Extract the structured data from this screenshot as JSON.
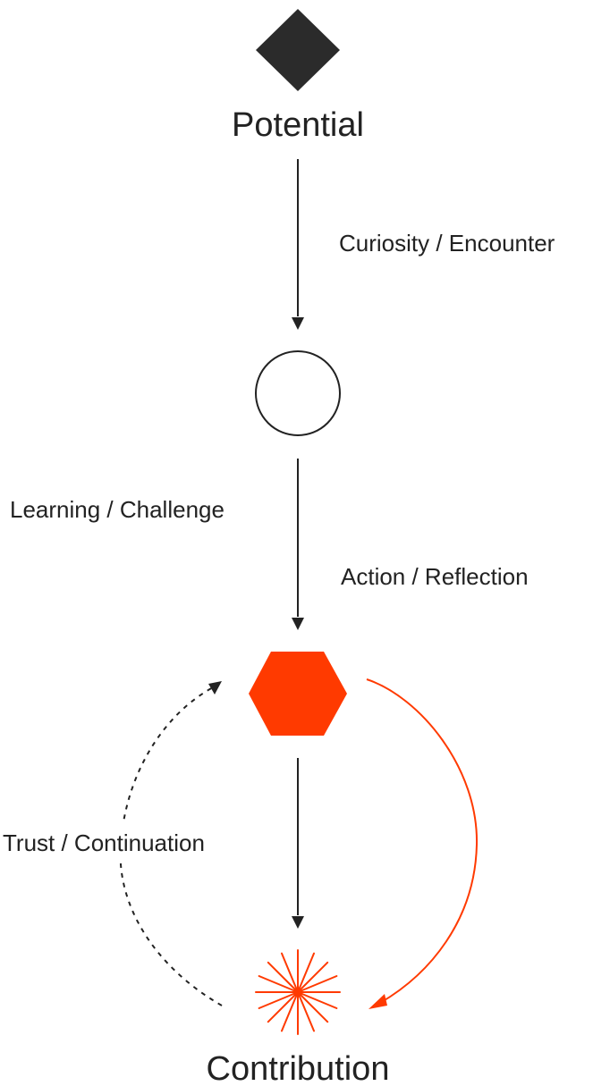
{
  "colors": {
    "ink": "#222222",
    "accent": "#ff3a00"
  },
  "nodes": {
    "potential": {
      "label": "Potential",
      "shape": "diamond-icon"
    },
    "middle": {
      "shape": "circle-icon"
    },
    "hexagon": {
      "shape": "hexagon-icon"
    },
    "contribution": {
      "label": "Contribution",
      "shape": "starburst-icon"
    }
  },
  "edges": {
    "curiosity": {
      "label": "Curiosity / Encounter"
    },
    "learning": {
      "label": "Learning / Challenge"
    },
    "action": {
      "label": "Action / Reflection"
    },
    "trust": {
      "label": "Trust / Continuation"
    }
  }
}
